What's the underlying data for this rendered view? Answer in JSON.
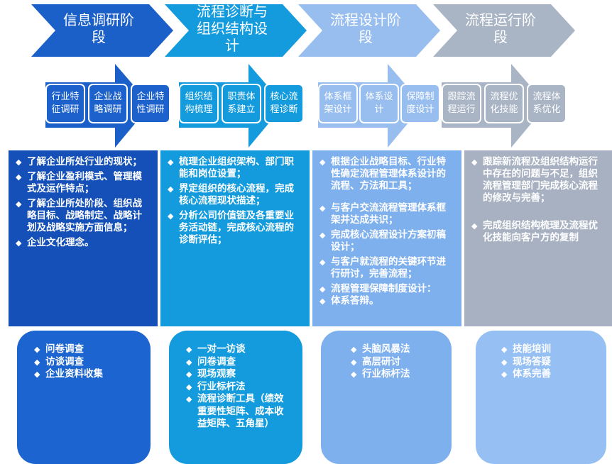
{
  "colors": {
    "phase1": "#1b5fc9",
    "phase2": "#139bdd",
    "phase3": "#98bef0",
    "phase4": "#a9b4c5",
    "desc1": "#1450b8",
    "desc2": "#139bdd",
    "desc3": "#7fb0ee",
    "desc4": "#a7b1c2",
    "method1": "#1c64cf",
    "method2": "#139bdd",
    "method3": "#7fb0ee",
    "method4": "#96bff4"
  },
  "phases": [
    {
      "title": [
        "信息调研阶",
        "段"
      ],
      "steps": [
        [
          "行业特",
          "征调研"
        ],
        [
          "企业战",
          "略调研"
        ],
        [
          "企业特",
          "性调研"
        ]
      ],
      "descriptions": [
        "了解企业所处行业的现状；",
        "了解企业盈利模式、管理模式及运作特点；",
        "了解企业所处阶段、组织战略目标、战略制定、战略计划及战略实施方面信息；",
        "企业文化理念。"
      ],
      "methods": [
        "问卷调查",
        "访谈调查",
        "企业资料收集"
      ]
    },
    {
      "title": [
        "流程诊断与",
        "组织结构设",
        "计"
      ],
      "steps": [
        [
          "组织结",
          "构梳理"
        ],
        [
          "职责体",
          "系建立"
        ],
        [
          "核心流",
          "程诊断"
        ]
      ],
      "descriptions": [
        "梳理企业组织架构、部门职能和岗位设置；",
        "界定组织的核心流程，完成核心流程现状描述；",
        "分析公司价值链及各重要业务活动链，完成核心流程的诊断评估；"
      ],
      "methods": [
        "一对一访谈",
        "问卷调查",
        "现场观察",
        "行业标杆法",
        "流程诊断工具（绩效重要性矩阵、成本收益矩阵、五角星）"
      ]
    },
    {
      "title": [
        "流程设计阶",
        "段"
      ],
      "steps": [
        [
          "体系框",
          "架设计"
        ],
        [
          "体系设",
          "计"
        ],
        [
          "保障制",
          "度设计"
        ]
      ],
      "descriptions": [
        "根据企业战略目标、行业特性确定流程管理体系设计的流程、方法和工具；",
        "与客户交流流程管理体系框架并达成共识；",
        "完成核心流程设计方案初稿设计；",
        "与客户就流程的关键环节进行研讨，完善流程；",
        "流程管理保障制度设计：",
        "体系答辩。"
      ],
      "methods": [
        "头脑风暴法",
        "高层研讨",
        "行业标杆法"
      ]
    },
    {
      "title": [
        "流程运行阶",
        "段"
      ],
      "steps": [
        [
          "跟踪流",
          "程运行"
        ],
        [
          "流程优",
          "化技能"
        ],
        [
          "流程体",
          "系优化"
        ]
      ],
      "descriptions": [
        "跟踪新流程及组织结构运行中存在的问题与不足，组织流程管理部门完成核心流程的修改与完善；",
        "完成组织结构梳理及流程优化技能向客户方的复制"
      ],
      "methods": [
        "技能培训",
        "现场答疑",
        "体系完善"
      ]
    }
  ]
}
